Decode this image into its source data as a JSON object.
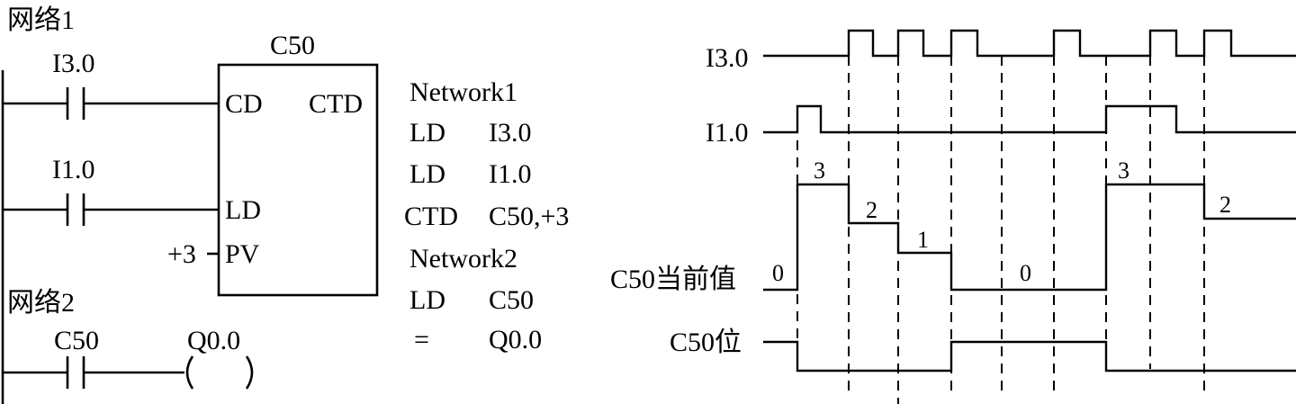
{
  "ladder": {
    "network1_title": "网络1",
    "network2_title": "网络2",
    "contact1_label": "I3.0",
    "contact2_label": "I1.0",
    "counter_name": "C50",
    "pin_cd": "CD",
    "pin_ld": "LD",
    "pin_pv": "PV",
    "box_type": "CTD",
    "preset_value": "+3",
    "contact3_label": "C50",
    "coil_label": "Q0.0"
  },
  "stl": {
    "lines": [
      {
        "op": "Network1",
        "arg": ""
      },
      {
        "op": "LD",
        "arg": "I3.0"
      },
      {
        "op": "LD",
        "arg": "I1.0"
      },
      {
        "op": "CTD",
        "arg": "C50,+3"
      },
      {
        "op": "Network2",
        "arg": ""
      },
      {
        "op": "LD",
        "arg": "C50"
      },
      {
        "op": "=",
        "arg": "Q0.0"
      }
    ]
  },
  "timing": {
    "signal_i30": "I3.0",
    "signal_i10": "I1.0",
    "signal_value": "C50当前值",
    "signal_bit": "C50位",
    "values": [
      {
        "id": "v0a",
        "text": "0"
      },
      {
        "id": "v3a",
        "text": "3"
      },
      {
        "id": "v2a",
        "text": "2"
      },
      {
        "id": "v1a",
        "text": "1"
      },
      {
        "id": "v0b",
        "text": "0"
      },
      {
        "id": "v3b",
        "text": "3"
      },
      {
        "id": "v2b",
        "text": "2"
      }
    ]
  }
}
